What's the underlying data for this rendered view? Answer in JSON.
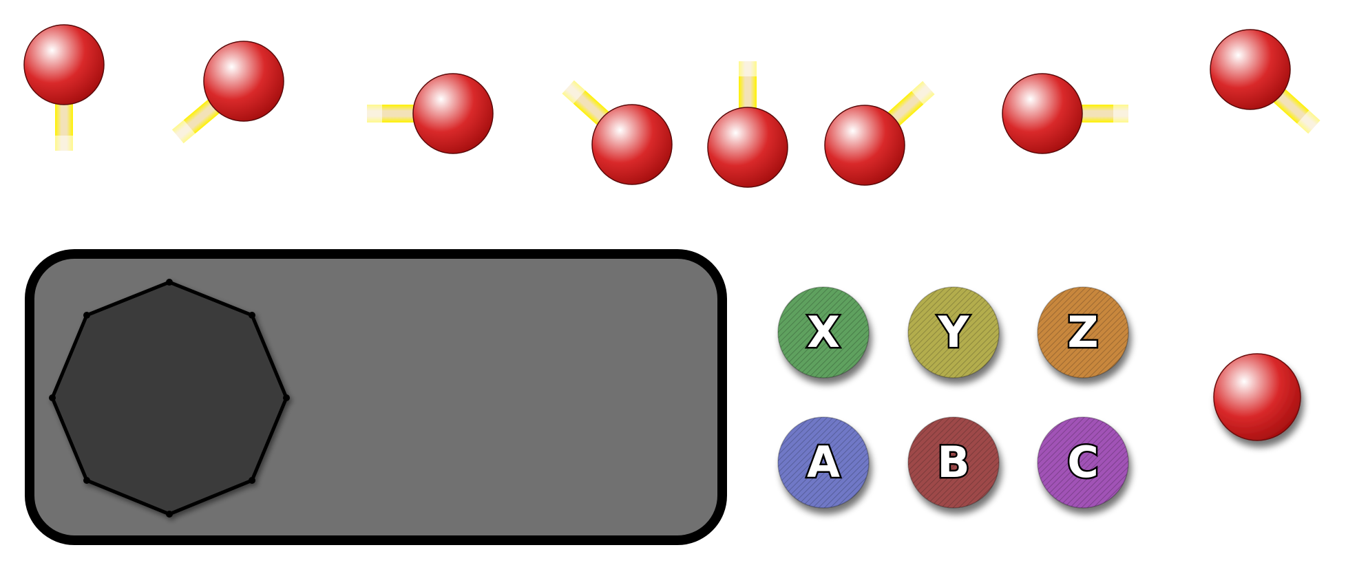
{
  "palette": {
    "background": "#ffffff",
    "ball_red": "#cc1111",
    "stick_yellow": "#ffee00",
    "panel_gray": "#717171",
    "panel_border": "#000000",
    "gate_dark": "#3a3a3a"
  },
  "joystick_sprites": [
    {
      "direction": "down",
      "angle_deg": 90,
      "icon": "joystick-ball-icon"
    },
    {
      "direction": "down-left",
      "angle_deg": 140,
      "icon": "joystick-ball-icon"
    },
    {
      "direction": "left",
      "angle_deg": 180,
      "icon": "joystick-ball-icon"
    },
    {
      "direction": "up-left",
      "angle_deg": 222,
      "icon": "joystick-ball-icon"
    },
    {
      "direction": "up",
      "angle_deg": 270,
      "icon": "joystick-ball-icon"
    },
    {
      "direction": "up-right",
      "angle_deg": 318,
      "icon": "joystick-ball-icon"
    },
    {
      "direction": "right",
      "angle_deg": 0,
      "icon": "joystick-ball-icon"
    },
    {
      "direction": "down-right",
      "angle_deg": 42,
      "icon": "joystick-ball-icon"
    }
  ],
  "control_panel": {
    "icon": "control-panel",
    "gate_icon": "octagonal-gate-icon"
  },
  "buttons": [
    {
      "label": "X",
      "color": "#5fa15f"
    },
    {
      "label": "Y",
      "color": "#b3ad4e"
    },
    {
      "label": "Z",
      "color": "#c8873d"
    },
    {
      "label": "A",
      "color": "#6f78c6"
    },
    {
      "label": "B",
      "color": "#9e4a4a"
    },
    {
      "label": "C",
      "color": "#a153b6"
    }
  ],
  "standalone_ball": {
    "icon": "joystick-ball-icon"
  }
}
